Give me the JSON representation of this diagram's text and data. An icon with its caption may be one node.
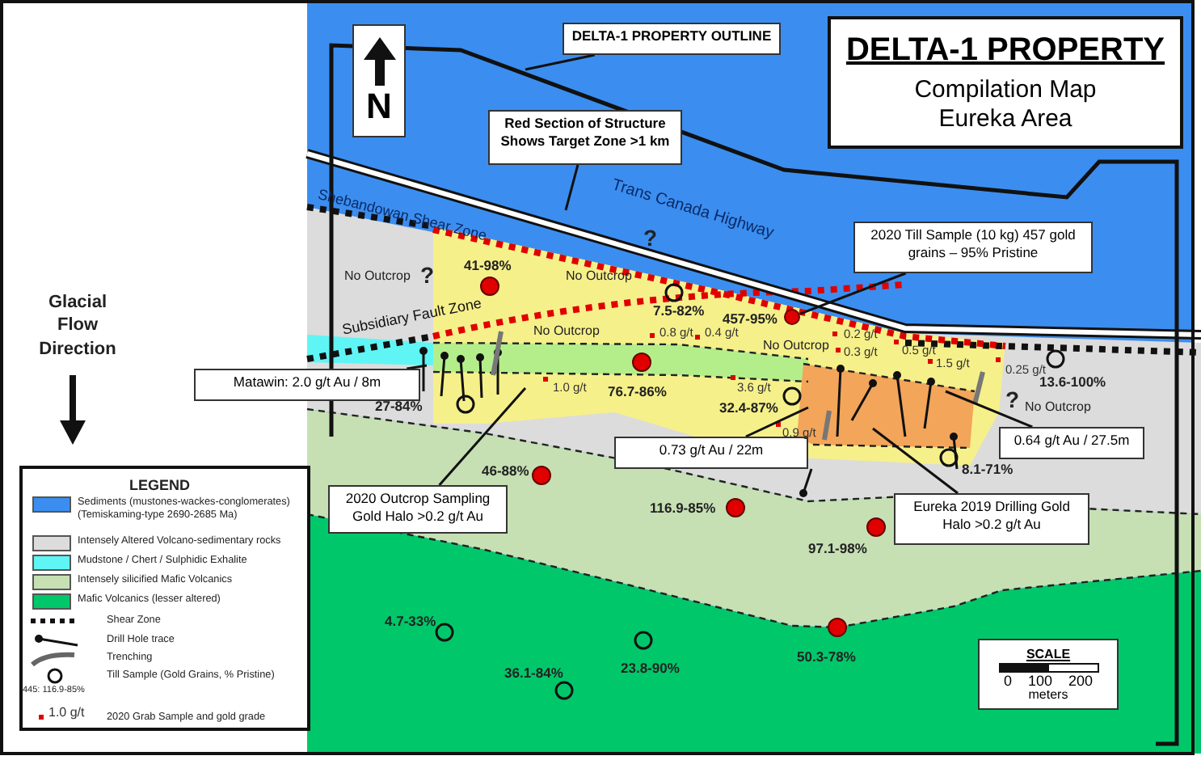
{
  "diagram": {
    "nodes": [
      {
        "text": [
          "DELTA-1 PROPERTY",
          "Compilation Map Eureka Area"
        ]
      },
      {
        "text": [
          "N"
        ]
      },
      {
        "text": [
          "DELTA-1 PROPERTY OUTLINE"
        ]
      },
      {
        "text": [
          "Red Section of Structure Shows Target Zone >1 km"
        ]
      },
      {
        "text": [
          "2020 Till Sample (10 kg) 457 gold grains – 95% Pristine"
        ]
      },
      {
        "text": [],
        "shape": "circle",
        "beside": [
          "457-95%"
        ]
      },
      {
        "text": [
          "Matawin: 2.0 g/t Au / 8m"
        ]
      },
      {
        "text": [
          "0.73 g/t Au / 22m"
        ]
      },
      {
        "text": [
          "0.64 g/t Au / 27.5m"
        ]
      },
      {
        "text": [
          "2020 Outcrop Sampling Gold Halo >0.2 g/t Au"
        ]
      },
      {
        "text": [
          "Eureka 2019 Drilling Gold Halo >0.2 g/t Au"
        ]
      },
      {
        "text": [
          "SCALE",
          "0",
          "100",
          "200",
          "meters"
        ]
      }
    ],
    "edges": [
      {
        "from": 2,
        "to": null,
        "arrow": "none"
      },
      {
        "from": 3,
        "to": null,
        "arrow": "none"
      },
      {
        "from": 4,
        "to": 5,
        "arrow": "none"
      },
      {
        "from": 6,
        "to": null,
        "arrow": "none"
      },
      {
        "from": 7,
        "to": null,
        "arrow": "none"
      },
      {
        "from": 8,
        "to": null,
        "arrow": "none"
      },
      {
        "from": 9,
        "to": null,
        "arrow": "none"
      },
      {
        "from": 10,
        "to": null,
        "arrow": "none"
      }
    ],
    "labels": [
      "Glacial Flow Direction",
      "Shebandowan Shear Zone",
      "Trans Canada Highway",
      "No Outcrop",
      "?",
      "41-98%",
      "No Outcrop",
      "?",
      "7.5-82%",
      "Subsidiary Fault Zone",
      "No Outcrop",
      "No Outcrop",
      "0.8 g/t",
      "0.4 g/t",
      "0.2 g/t",
      "0.3 g/t",
      "0.5 g/t",
      "1.5 g/t",
      "0.25 g/t",
      "13.6-100%",
      "?",
      "No Outcrop",
      "1.0 g/t",
      "76.7-86%",
      "3.6 g/t",
      "27-84%",
      "32.4-87%",
      "0.9 g/t",
      "46-88%",
      "8.1-71%",
      "116.9-85%",
      "97.1-98%",
      "4.7-33%",
      "36.1-84%",
      "23.8-90%",
      "50.3-78%",
      "LEGEND",
      "445: 116.9-85%",
      "1.0 g/t"
    ],
    "legend": [
      {
        "text": "Sediments (mustones-wackes-conglomerates) (Temiskaming-type 2690-2685 Ma)",
        "color": "#3b8ef0"
      },
      {
        "text": "Intensely Altered Volcano-sedimentary rocks",
        "color": "#dcdcdc"
      },
      {
        "text": "Mudstone / Chert / Sulphidic Exhalite",
        "color": "#5ff5f5"
      },
      {
        "text": "Intensely silicified Mafic Volcanics",
        "color": "#c6e0b4"
      },
      {
        "text": "Mafic Volcanics (lesser altered)",
        "color": "#00c86a"
      },
      {
        "text": "Shear Zone"
      },
      {
        "text": "Drill Hole trace"
      },
      {
        "text": "Trenching"
      },
      {
        "text": "Till Sample (Gold Grains, % Pristine)"
      },
      {
        "text": "2020 Grab Sample and gold grade"
      }
    ]
  }
}
